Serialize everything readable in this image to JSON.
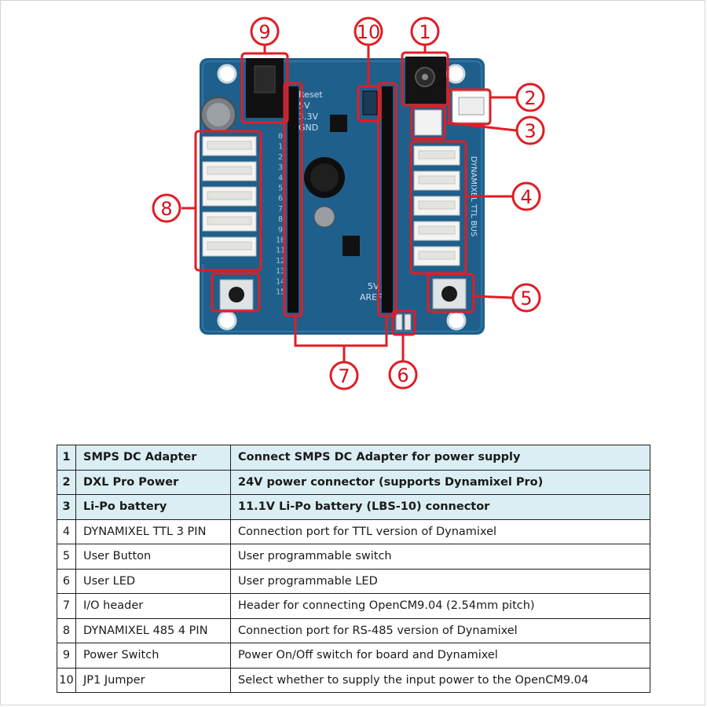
{
  "board": {
    "pin_labels": [
      "0",
      "1",
      "2",
      "3",
      "4",
      "5",
      "6",
      "7",
      "8",
      "9",
      "10",
      "11",
      "12",
      "13",
      "14",
      "15"
    ],
    "power_pins": [
      "Reset",
      "5V",
      "3.3V",
      "GND"
    ],
    "right_pins": [
      "5V",
      "AREF"
    ],
    "side_label": "DYNAMIXEL TTL BUS"
  },
  "callouts": [
    "1",
    "2",
    "3",
    "4",
    "5",
    "6",
    "7",
    "8",
    "9",
    "10"
  ],
  "table": {
    "rows": [
      {
        "num": "1",
        "name": "SMPS DC Adapter",
        "desc": "Connect SMPS DC Adapter for power supply",
        "highlight": true
      },
      {
        "num": "2",
        "name": "DXL Pro Power",
        "desc": "24V power connector (supports Dynamixel Pro)",
        "highlight": true
      },
      {
        "num": "3",
        "name": "Li-Po battery",
        "desc": "11.1V Li-Po battery (LBS-10) connector",
        "highlight": true
      },
      {
        "num": "4",
        "name": "DYNAMIXEL TTL 3 PIN",
        "desc": "Connection port for TTL version of Dynamixel",
        "highlight": false
      },
      {
        "num": "5",
        "name": "User Button",
        "desc": "User programmable switch",
        "highlight": false
      },
      {
        "num": "6",
        "name": "User LED",
        "desc": "User programmable LED",
        "highlight": false
      },
      {
        "num": "7",
        "name": "I/O header",
        "desc": "Header for connecting OpenCM9.04 (2.54mm pitch)",
        "highlight": false
      },
      {
        "num": "8",
        "name": "DYNAMIXEL 485 4 PIN",
        "desc": "Connection port for RS-485 version of Dynamixel",
        "highlight": false
      },
      {
        "num": "9",
        "name": "Power Switch",
        "desc": "Power On/Off switch for board and Dynamixel",
        "highlight": false
      },
      {
        "num": "10",
        "name": "JP1 Jumper",
        "desc": "Select whether to supply the input power to the OpenCM9.04",
        "highlight": false
      }
    ]
  }
}
